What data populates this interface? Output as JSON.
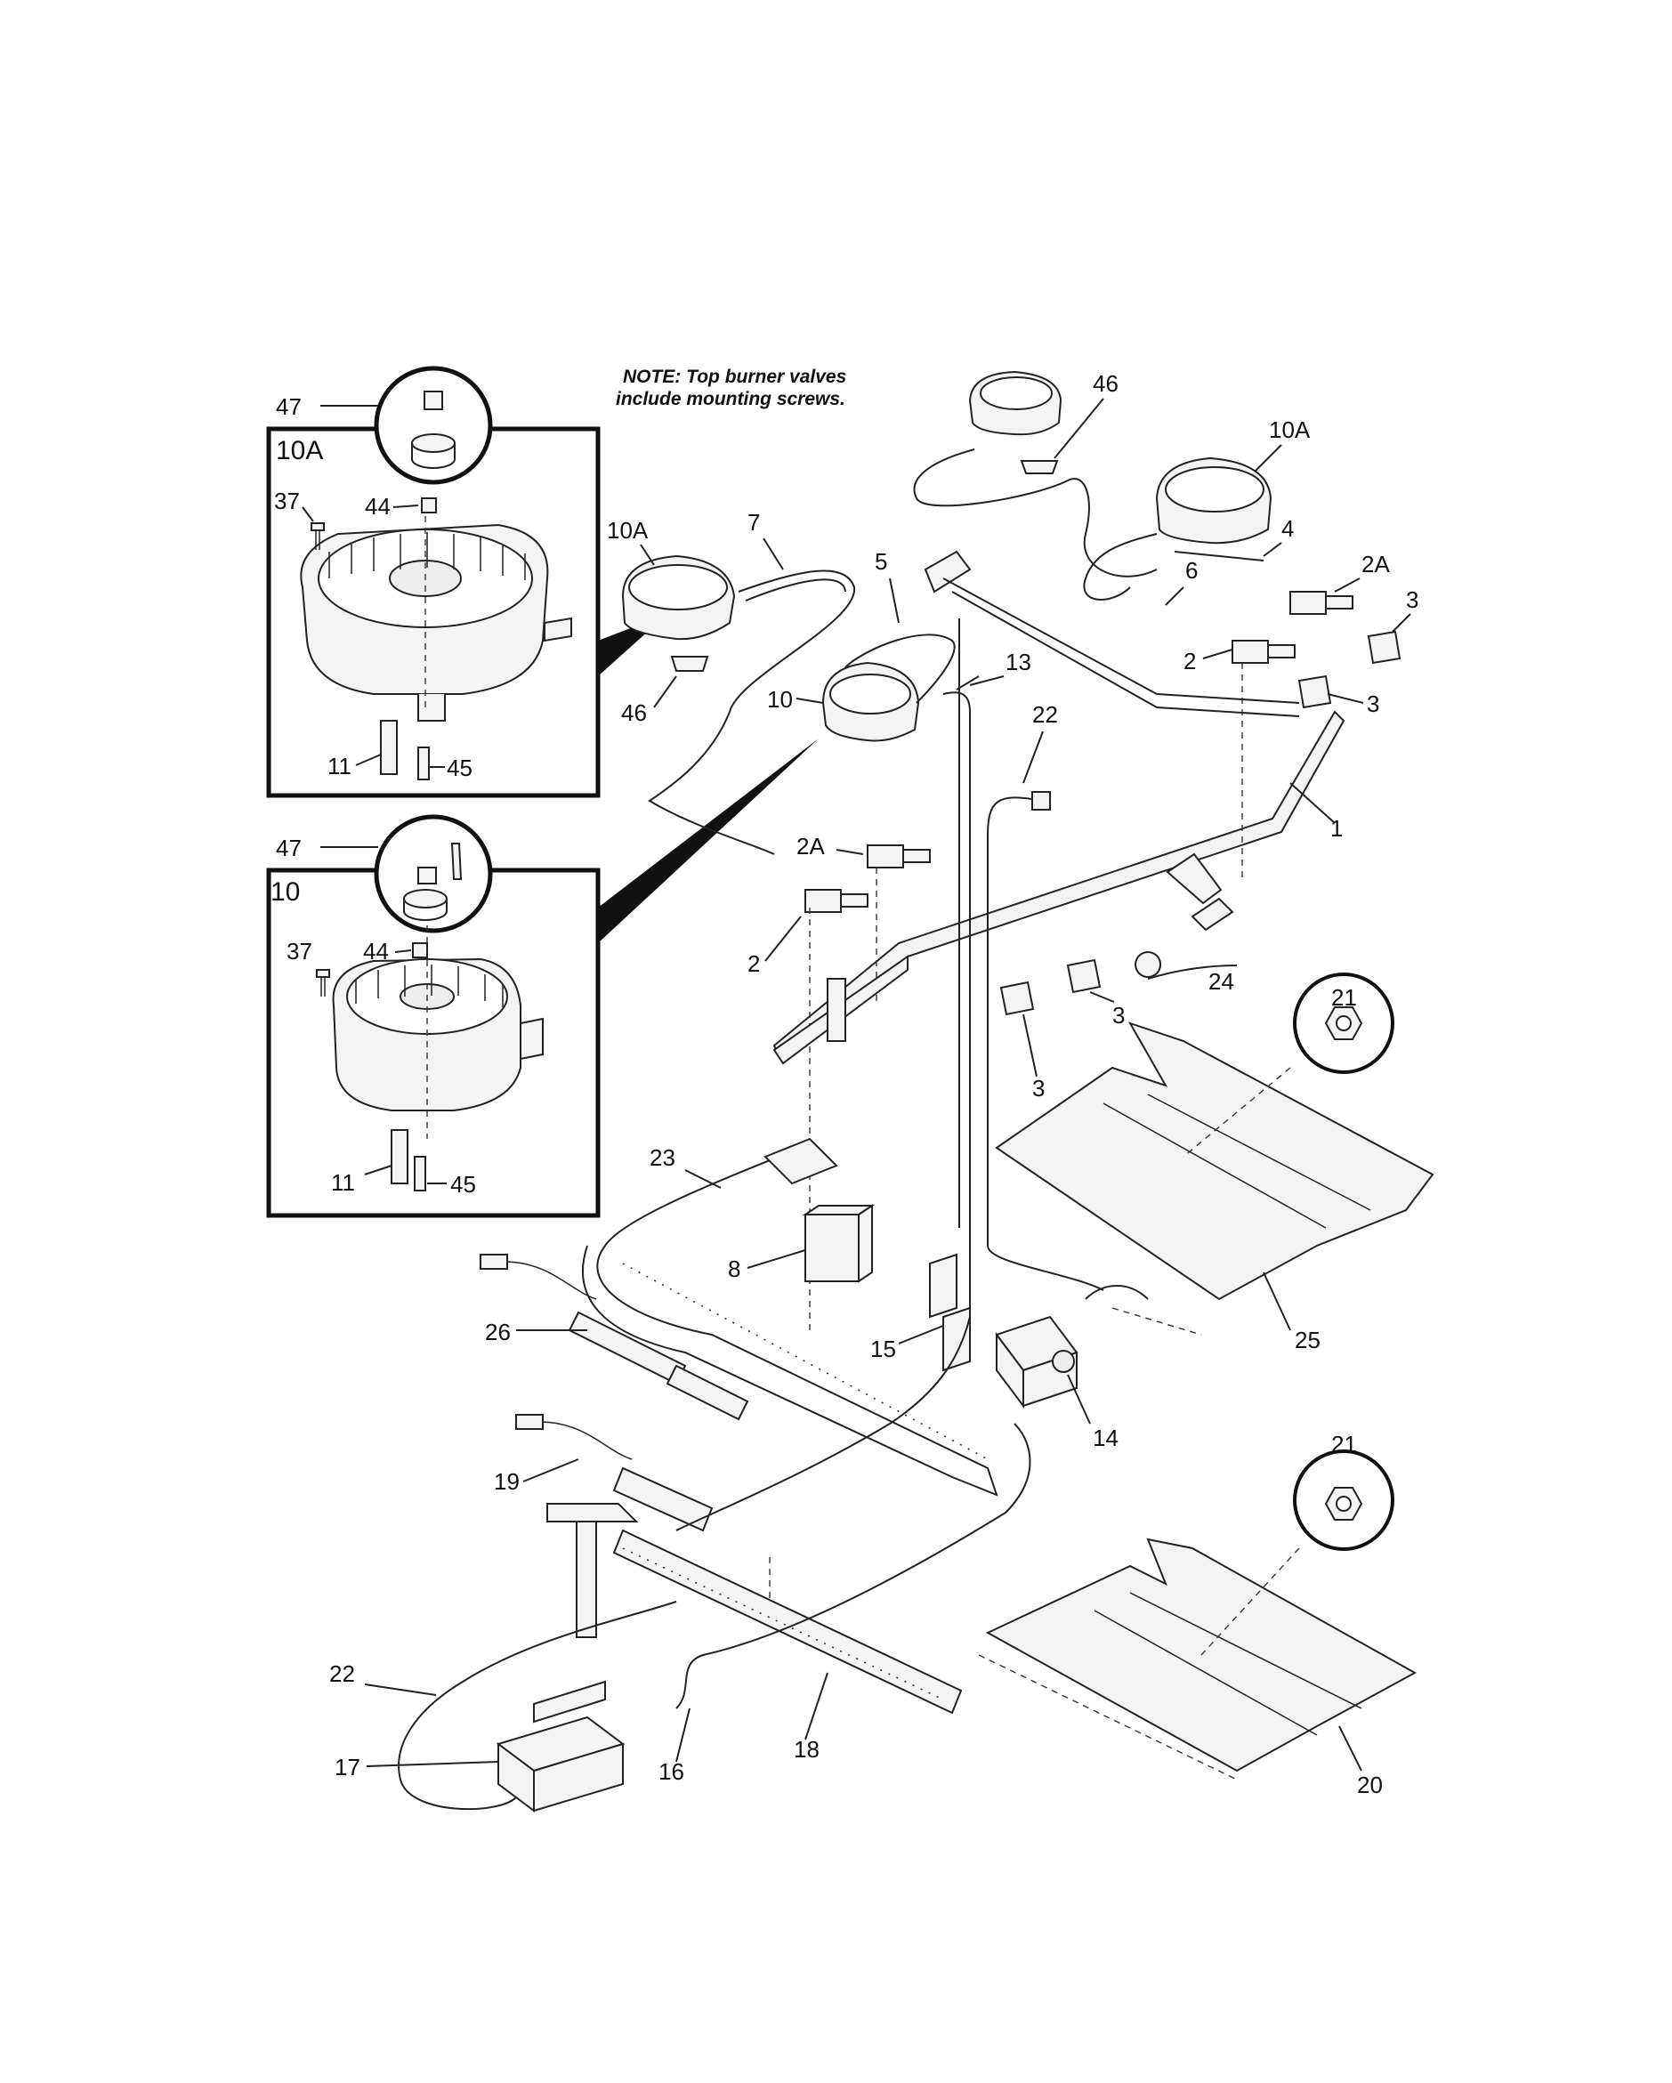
{
  "note": {
    "line1": "NOTE: Top burner valves",
    "line2": "include mounting screws."
  },
  "insets": {
    "top_label": "10A",
    "bottom_label": "10"
  },
  "callouts": {
    "c47_top": "47",
    "c37_top": "37",
    "c44_top": "44",
    "c11_top": "11",
    "c45_top": "45",
    "c47_bot": "47",
    "c37_bot": "37",
    "c44_bot": "44",
    "c11_bot": "11",
    "c45_bot": "45",
    "c10A_left": "10A",
    "c46_left": "46",
    "c7": "7",
    "c5": "5",
    "c10": "10",
    "c13": "13",
    "c2A_mid": "2A",
    "c2_mid": "2",
    "c22_top": "22",
    "c46_right": "46",
    "c10A_right": "10A",
    "c4": "4",
    "c6": "6",
    "c2A_right": "2A",
    "c3_a": "3",
    "c2_right": "2",
    "c3_b": "3",
    "c1": "1",
    "c24": "24",
    "c3_c": "3",
    "c3_d": "3",
    "c21_top": "21",
    "c23": "23",
    "c8": "8",
    "c15": "15",
    "c14": "14",
    "c25": "25",
    "c26": "26",
    "c19": "19",
    "c21_bot": "21",
    "c22_bot": "22",
    "c17": "17",
    "c16": "16",
    "c18": "18",
    "c20": "20"
  }
}
